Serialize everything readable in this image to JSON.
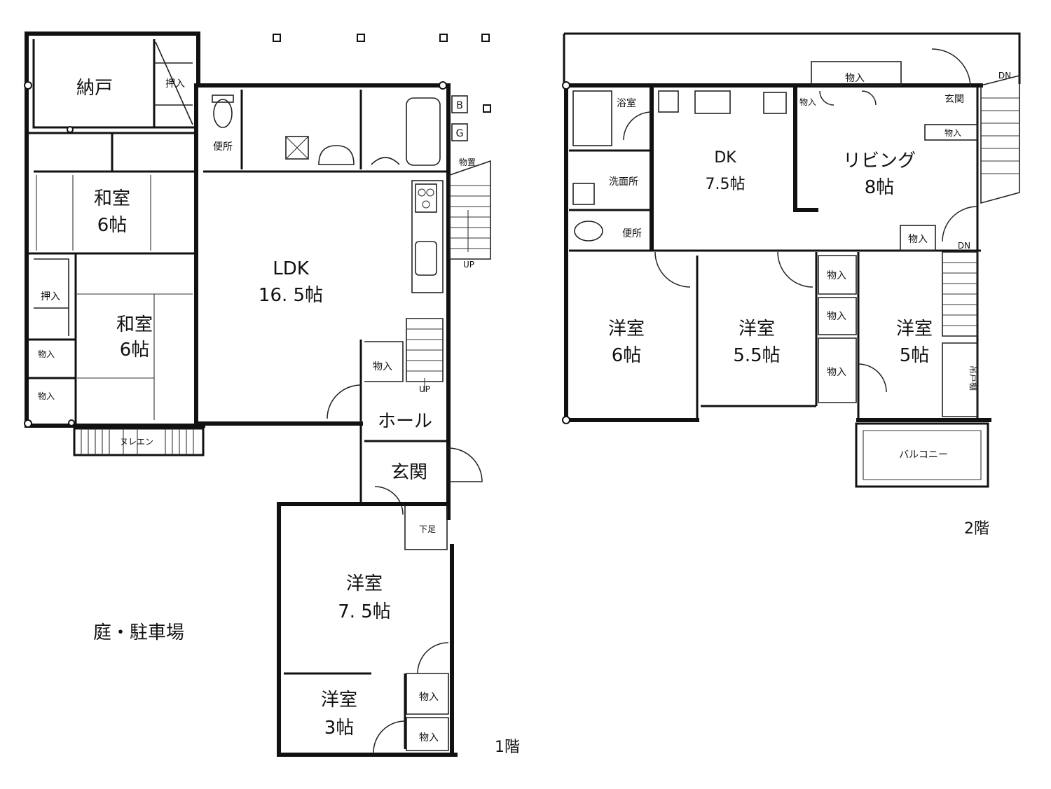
{
  "floor1": {
    "caption": "1階",
    "rooms": {
      "nando": "納戸",
      "washitsu1_name": "和室",
      "washitsu1_size": "6帖",
      "washitsu2_name": "和室",
      "washitsu2_size": "6帖",
      "ldk_name": "LDK",
      "ldk_size": "16. 5帖",
      "hall": "ホール",
      "genkan": "玄関",
      "yoshitsu_a_name": "洋室",
      "yoshitsu_a_size": "7. 5帖",
      "yoshitsu_b_name": "洋室",
      "yoshitsu_b_size": "3帖"
    },
    "small_labels": {
      "oshiire_top": "押入",
      "oshiire_left": "押入",
      "benjo": "便所",
      "monoire_stair": "物置",
      "up_stair": "UP",
      "up_hall": "UP",
      "monoire_hall": "物入",
      "monoire_left1": "物入",
      "monoire_left2": "物入",
      "engawa": "ヌレエン",
      "geta": "下足",
      "monoire_room1": "物入",
      "monoire_room2": "物入",
      "b_label": "B",
      "g_label": "G"
    },
    "outdoor": "庭・駐車場"
  },
  "floor2": {
    "caption": "2階",
    "rooms": {
      "dk_name": "DK",
      "dk_size": "7.5帖",
      "living_name": "リビング",
      "living_size": "8帖",
      "yoshitsu_a_name": "洋室",
      "yoshitsu_a_size": "6帖",
      "yoshitsu_b_name": "洋室",
      "yoshitsu_b_size": "5.5帖",
      "yoshitsu_c_name": "洋室",
      "yoshitsu_c_size": "5帖",
      "balcony": "バルコニー"
    },
    "small_labels": {
      "yokushitsu": "浴室",
      "senmenjo": "洗面所",
      "benjo": "便所",
      "genkan": "玄関",
      "monoire_top": "物入",
      "monoire_top2": "物入",
      "monoire_entry": "物入",
      "monoire_right": "物入",
      "monoire_c1": "物入",
      "monoire_c2": "物入",
      "monoire_c3": "物入",
      "hikido": "吊戸棚",
      "dn_stair1": "DN",
      "dn_stair2": "DN"
    }
  }
}
